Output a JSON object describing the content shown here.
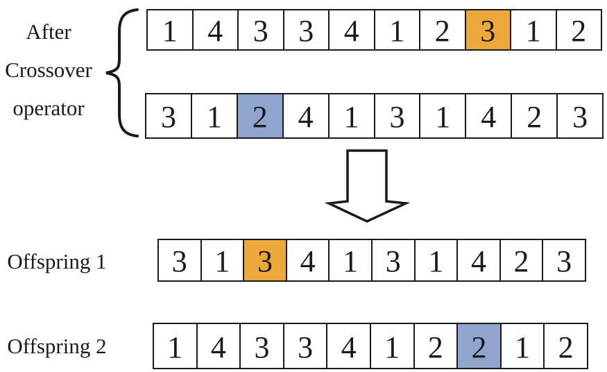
{
  "diagram": {
    "left_label_lines": [
      "After",
      "Crossover",
      "operator"
    ],
    "offspring1_label": "Offspring 1",
    "offspring2_label": "Offspring 2"
  },
  "colors": {
    "highlight_orange": "#EDA83C",
    "highlight_blue": "#8FA5CE",
    "stroke": "#1A1A1A",
    "background": "#FFFFFF"
  },
  "chromosomes": {
    "parent1": {
      "values": [
        "1",
        "4",
        "3",
        "3",
        "4",
        "1",
        "2",
        "3",
        "1",
        "2"
      ],
      "highlight_index": 7,
      "highlight_color": "highlight_orange"
    },
    "parent2": {
      "values": [
        "3",
        "1",
        "2",
        "4",
        "1",
        "3",
        "1",
        "4",
        "2",
        "3"
      ],
      "highlight_index": 2,
      "highlight_color": "highlight_blue"
    },
    "offspring1": {
      "values": [
        "3",
        "1",
        "3",
        "4",
        "1",
        "3",
        "1",
        "4",
        "2",
        "3"
      ],
      "highlight_index": 2,
      "highlight_color": "highlight_orange"
    },
    "offspring2": {
      "values": [
        "1",
        "4",
        "3",
        "3",
        "4",
        "1",
        "2",
        "2",
        "1",
        "2"
      ],
      "highlight_index": 7,
      "highlight_color": "highlight_blue"
    }
  },
  "icons": {
    "curly_brace": "left-curly-brace",
    "down_arrow": "hollow-down-arrow"
  }
}
